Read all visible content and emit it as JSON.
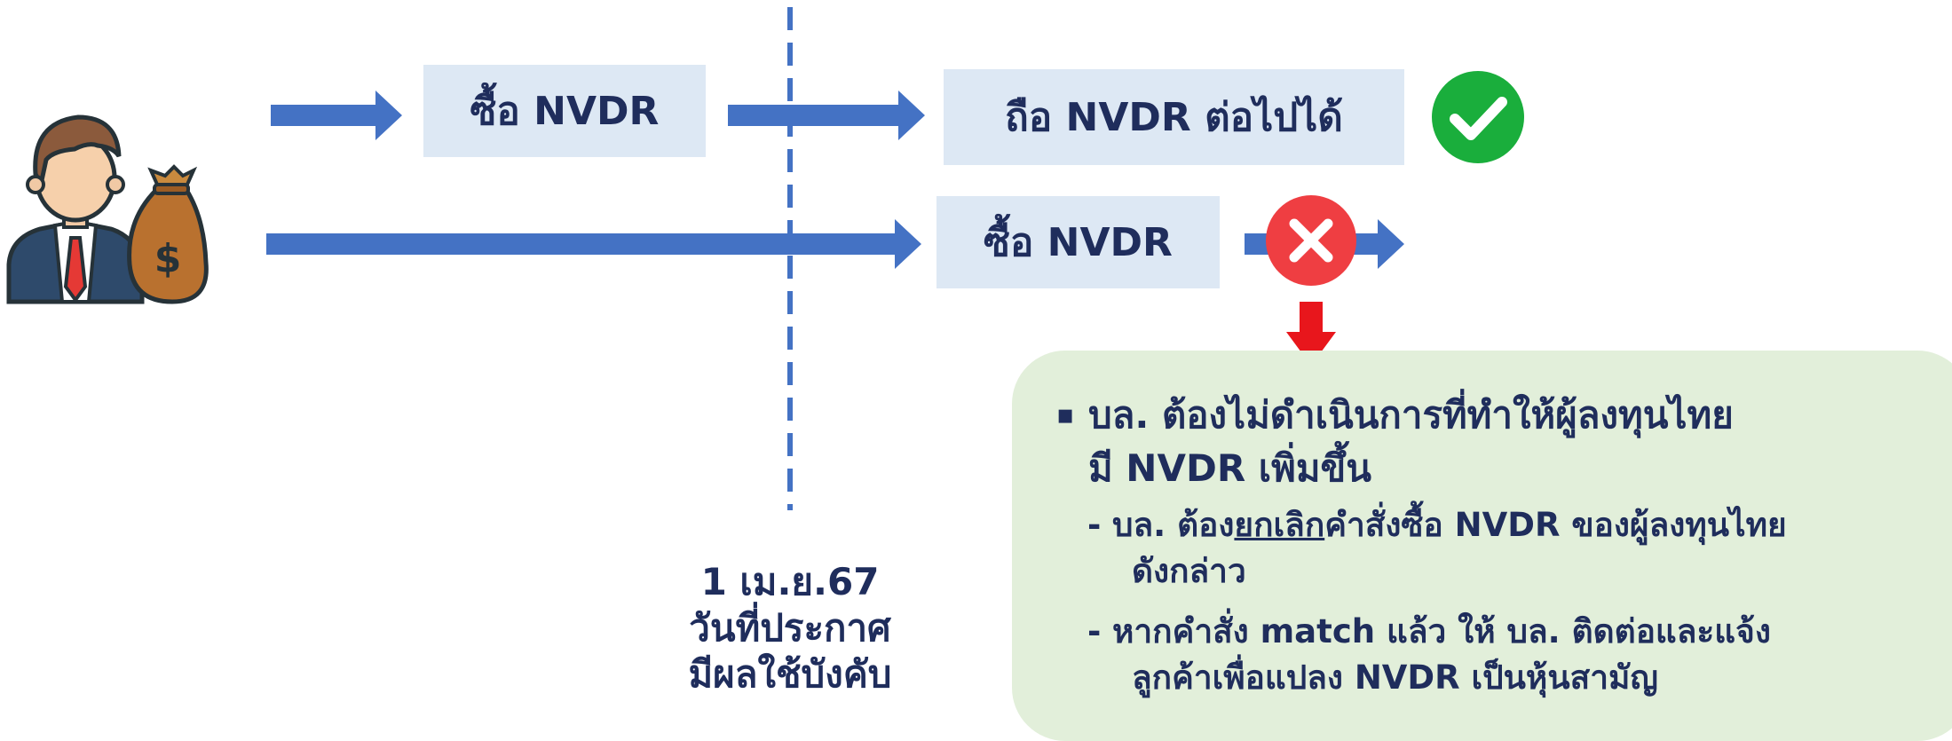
{
  "top_row": {
    "buy_box": "ซื้อ NVDR",
    "hold_box": "ถือ NVDR ต่อไปได้",
    "status_icon": "check-circle-icon"
  },
  "bottom_row": {
    "buy_box": "ซื้อ NVDR",
    "status_icon": "x-circle-icon"
  },
  "date_marker": {
    "date": "1 เม.ย.67",
    "line2": "วันที่ประกาศ",
    "line3": "มีผลใช้บังคับ"
  },
  "note": {
    "main_bullet": "▪",
    "main_line1": "บล. ต้องไม่ดำเนินการที่ทำให้ผู้ลงทุนไทย",
    "main_line2": "มี NVDR เพิ่มขึ้น",
    "sub1_dash": "-",
    "sub1_pre": "บล. ต้อง",
    "sub1_underlined": "ยกเลิก",
    "sub1_post": "คำสั่งซื้อ NVDR ของผู้ลงทุนไทย",
    "sub1_line2": "ดังกล่าว",
    "sub2_dash": "-",
    "sub2_line1": "หากคำสั่ง match แล้ว ให้ บล. ติดต่อและแจ้ง",
    "sub2_line2": "ลูกค้าเพื่อแปลง NVDR เป็นหุ้นสามัญ"
  },
  "colors": {
    "arrow_blue": "#4472c4",
    "box_fill": "#dde8f4",
    "note_fill": "#e2efda",
    "text_navy": "#1f2d5c",
    "check_green": "#1aae3c",
    "cross_red": "#ef3e42",
    "down_arrow_red": "#e8161c"
  },
  "icons": {
    "investor": "investor-with-money-bag-icon"
  }
}
